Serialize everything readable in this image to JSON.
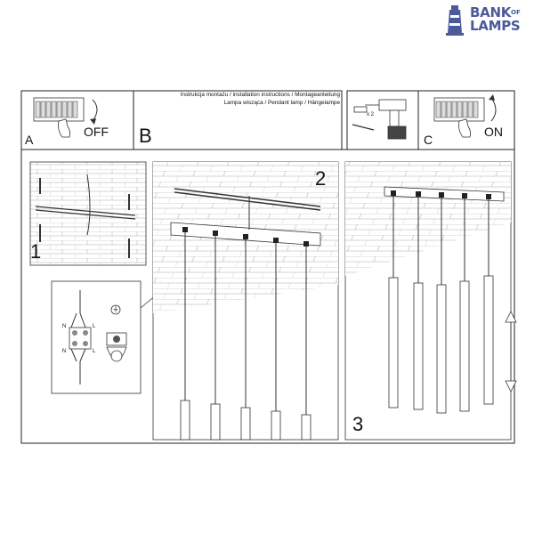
{
  "logo": {
    "line1": "BANK",
    "of": "OF",
    "line2": "LAMPS",
    "icon": "lighthouse-icon",
    "color": "#4a5a9a"
  },
  "title": {
    "line1": "Instrukcja montażu / installation instructions / Montageanleitung",
    "line2": "Lampa wisząca / Pendant lamp / Hängelampe"
  },
  "panels": {
    "a": {
      "letter": "A",
      "state": "OFF"
    },
    "b": {
      "letter": "B"
    },
    "c": {
      "letter": "C",
      "state": "ON"
    },
    "tool": {
      "count": "x 2"
    }
  },
  "steps": {
    "s1": "1",
    "s2": "2",
    "s3": "3"
  },
  "wiring": {
    "n": "N",
    "l": "L",
    "ground": "⏚"
  }
}
